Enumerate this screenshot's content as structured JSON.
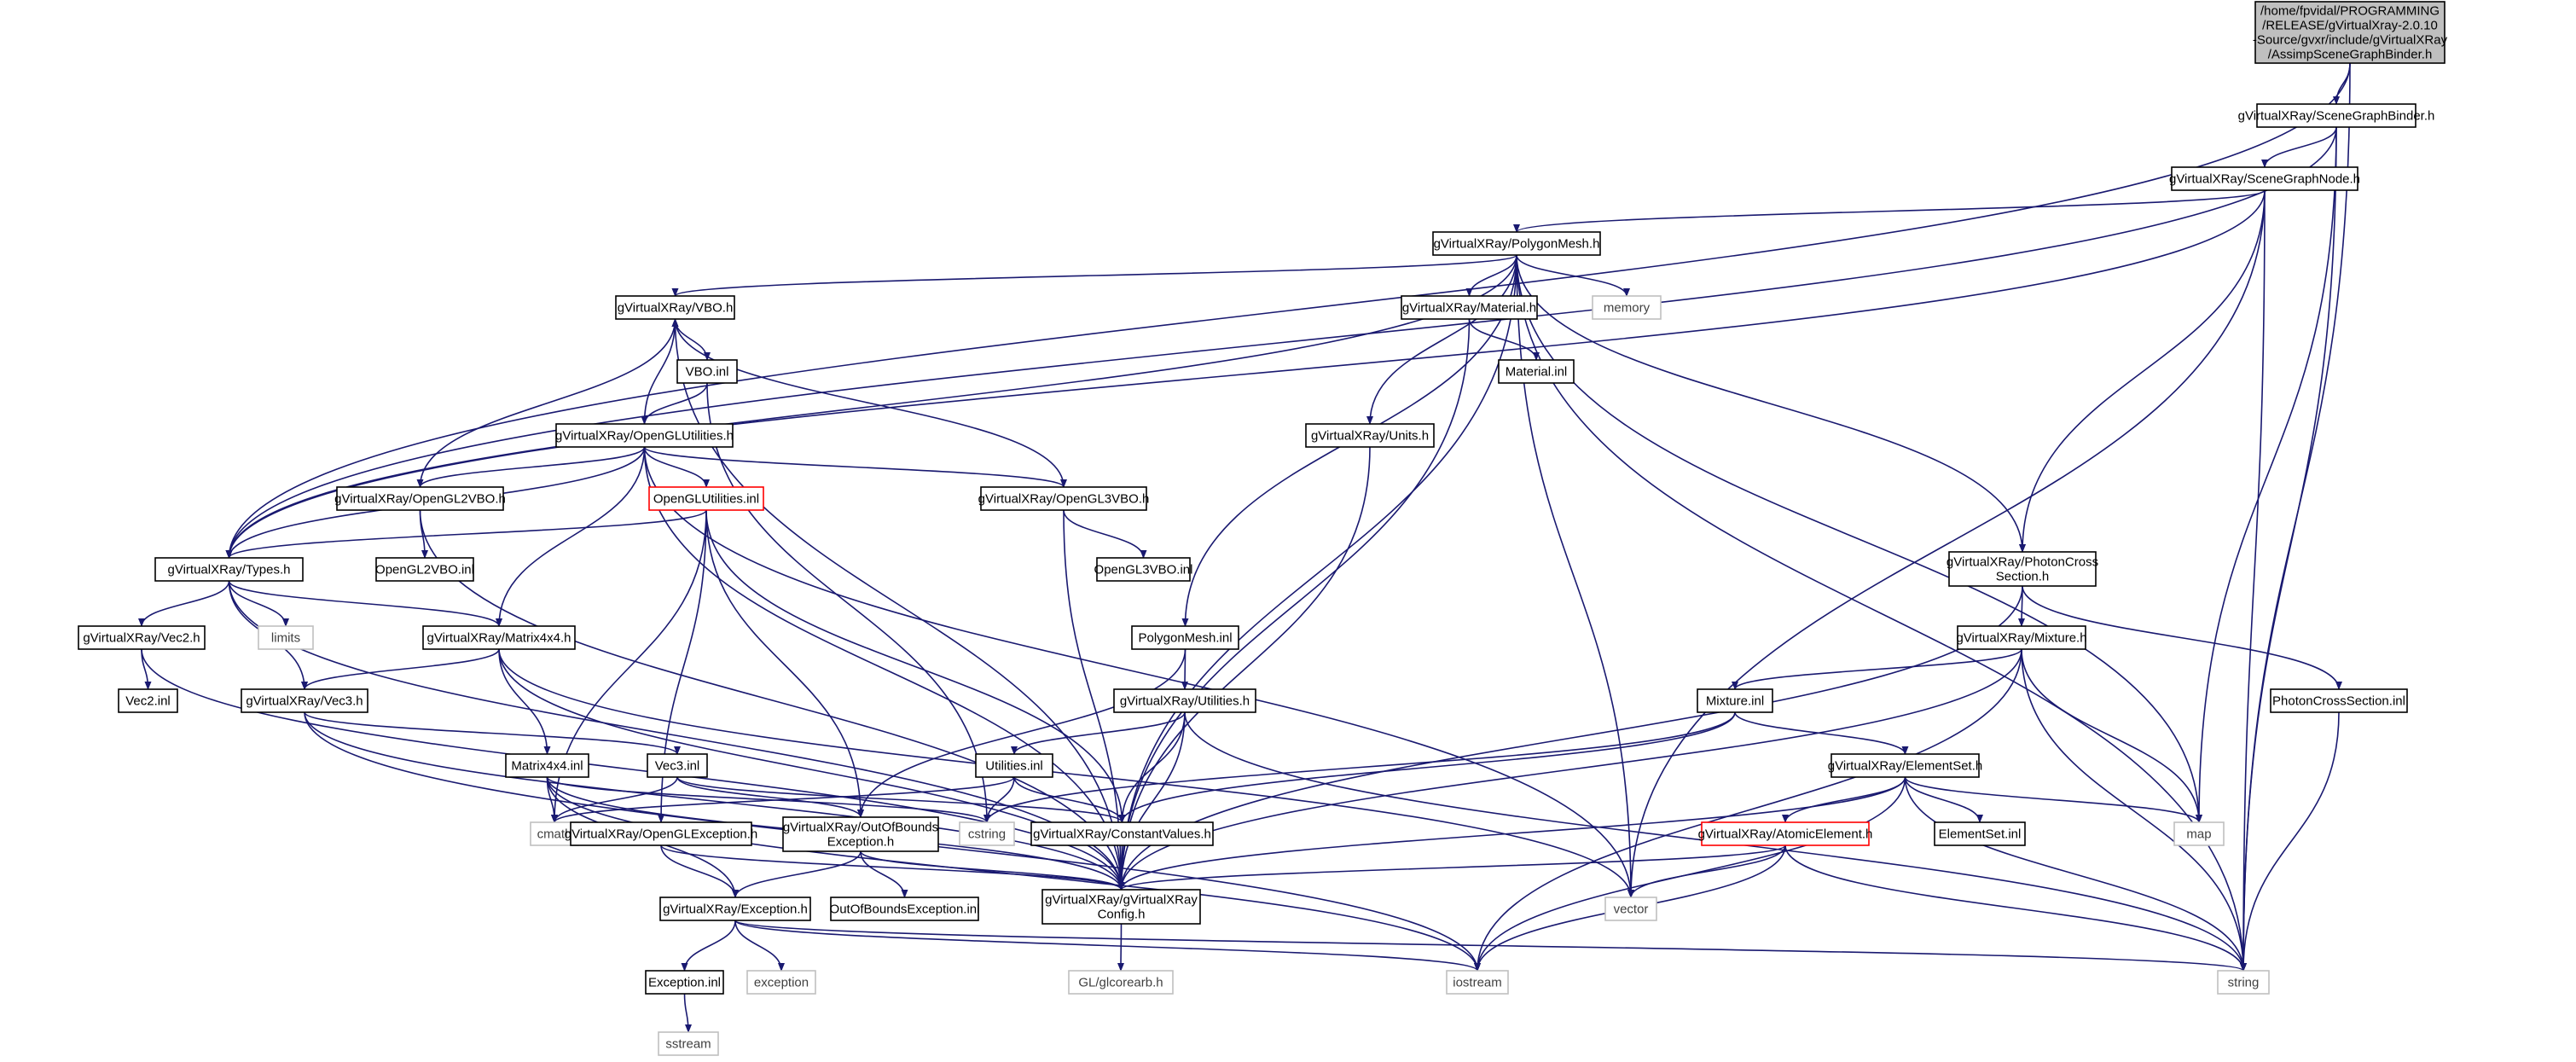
{
  "graph": {
    "colors": {
      "edge": "#191970",
      "node_border": "#000000",
      "focus_fill": "#bfbfbf",
      "node_fill": "#ffffff",
      "external_border": "#bfbfbf",
      "external_text": "#404040",
      "truncated_border": "#ff0000"
    },
    "nodes": [
      {
        "id": "n_root",
        "label": [
          "/home/fpvidal/PROGRAMMING",
          "/RELEASE/gVirtualXray-2.0.10",
          "-Source/gvxr/include/gVirtualXRay",
          "/AssimpSceneGraphBinder.h"
        ],
        "kind": "focus"
      },
      {
        "id": "n_sgbinder",
        "label": [
          "gVirtualXRay/SceneGraphBinder.h"
        ],
        "kind": "normal"
      },
      {
        "id": "n_sgnode",
        "label": [
          "gVirtualXRay/SceneGraphNode.h"
        ],
        "kind": "normal"
      },
      {
        "id": "n_polymesh",
        "label": [
          "gVirtualXRay/PolygonMesh.h"
        ],
        "kind": "normal"
      },
      {
        "id": "n_vbo",
        "label": [
          "gVirtualXRay/VBO.h"
        ],
        "kind": "normal"
      },
      {
        "id": "n_material",
        "label": [
          "gVirtualXRay/Material.h"
        ],
        "kind": "normal"
      },
      {
        "id": "n_memory",
        "label": [
          "memory"
        ],
        "kind": "external"
      },
      {
        "id": "n_vboinl",
        "label": [
          "VBO.inl"
        ],
        "kind": "normal"
      },
      {
        "id": "n_materialinl",
        "label": [
          "Material.inl"
        ],
        "kind": "normal"
      },
      {
        "id": "n_oglutil",
        "label": [
          "gVirtualXRay/OpenGLUtilities.h"
        ],
        "kind": "normal"
      },
      {
        "id": "n_units",
        "label": [
          "gVirtualXRay/Units.h"
        ],
        "kind": "normal"
      },
      {
        "id": "n_ogl2vbo",
        "label": [
          "gVirtualXRay/OpenGL2VBO.h"
        ],
        "kind": "normal"
      },
      {
        "id": "n_oglutilinl",
        "label": [
          "OpenGLUtilities.inl"
        ],
        "kind": "truncated"
      },
      {
        "id": "n_ogl3vbo",
        "label": [
          "gVirtualXRay/OpenGL3VBO.h"
        ],
        "kind": "normal"
      },
      {
        "id": "n_ogl2vboinl",
        "label": [
          "OpenGL2VBO.inl"
        ],
        "kind": "normal"
      },
      {
        "id": "n_ogl3vboinl",
        "label": [
          "OpenGL3VBO.inl"
        ],
        "kind": "normal"
      },
      {
        "id": "n_types",
        "label": [
          "gVirtualXRay/Types.h"
        ],
        "kind": "normal"
      },
      {
        "id": "n_photon",
        "label": [
          "gVirtualXRay/PhotonCross",
          "Section.h"
        ],
        "kind": "normal"
      },
      {
        "id": "n_limits",
        "label": [
          "limits"
        ],
        "kind": "external"
      },
      {
        "id": "n_vec2",
        "label": [
          "gVirtualXRay/Vec2.h"
        ],
        "kind": "normal"
      },
      {
        "id": "n_matrix",
        "label": [
          "gVirtualXRay/Matrix4x4.h"
        ],
        "kind": "normal"
      },
      {
        "id": "n_polymeshinl",
        "label": [
          "PolygonMesh.inl"
        ],
        "kind": "normal"
      },
      {
        "id": "n_mixture",
        "label": [
          "gVirtualXRay/Mixture.h"
        ],
        "kind": "normal"
      },
      {
        "id": "n_vec2inl",
        "label": [
          "Vec2.inl"
        ],
        "kind": "normal"
      },
      {
        "id": "n_vec3",
        "label": [
          "gVirtualXRay/Vec3.h"
        ],
        "kind": "normal"
      },
      {
        "id": "n_utilities",
        "label": [
          "gVirtualXRay/Utilities.h"
        ],
        "kind": "normal"
      },
      {
        "id": "n_mixtureinl",
        "label": [
          "Mixture.inl"
        ],
        "kind": "normal"
      },
      {
        "id": "n_photoninl",
        "label": [
          "PhotonCrossSection.inl"
        ],
        "kind": "normal"
      },
      {
        "id": "n_matrixinl",
        "label": [
          "Matrix4x4.inl"
        ],
        "kind": "normal"
      },
      {
        "id": "n_vec3inl",
        "label": [
          "Vec3.inl"
        ],
        "kind": "normal"
      },
      {
        "id": "n_utilinl",
        "label": [
          "Utilities.inl"
        ],
        "kind": "normal"
      },
      {
        "id": "n_elemset",
        "label": [
          "gVirtualXRay/ElementSet.h"
        ],
        "kind": "normal"
      },
      {
        "id": "n_cmath",
        "label": [
          "cmath"
        ],
        "kind": "external"
      },
      {
        "id": "n_oglexc",
        "label": [
          "gVirtualXRay/OpenGLException.h"
        ],
        "kind": "normal"
      },
      {
        "id": "n_oobexc",
        "label": [
          "gVirtualXRay/OutOfBounds",
          "Exception.h"
        ],
        "kind": "normal"
      },
      {
        "id": "n_cstring",
        "label": [
          "cstring"
        ],
        "kind": "external"
      },
      {
        "id": "n_constvals",
        "label": [
          "gVirtualXRay/ConstantValues.h"
        ],
        "kind": "normal"
      },
      {
        "id": "n_atomic",
        "label": [
          "gVirtualXRay/AtomicElement.h"
        ],
        "kind": "truncated"
      },
      {
        "id": "n_elemsetinl",
        "label": [
          "ElementSet.inl"
        ],
        "kind": "normal"
      },
      {
        "id": "n_map",
        "label": [
          "map"
        ],
        "kind": "external"
      },
      {
        "id": "n_exception",
        "label": [
          "gVirtualXRay/Exception.h"
        ],
        "kind": "normal"
      },
      {
        "id": "n_oobinl",
        "label": [
          "OutOfBoundsException.inl"
        ],
        "kind": "normal"
      },
      {
        "id": "n_config",
        "label": [
          "gVirtualXRay/gVirtualXRay",
          "Config.h"
        ],
        "kind": "normal"
      },
      {
        "id": "n_vector",
        "label": [
          "vector"
        ],
        "kind": "external"
      },
      {
        "id": "n_excinl",
        "label": [
          "Exception.inl"
        ],
        "kind": "normal"
      },
      {
        "id": "n_excstd",
        "label": [
          "exception"
        ],
        "kind": "external"
      },
      {
        "id": "n_iostream",
        "label": [
          "iostream"
        ],
        "kind": "external"
      },
      {
        "id": "n_string",
        "label": [
          "string"
        ],
        "kind": "external"
      },
      {
        "id": "n_glcorearb",
        "label": [
          "GL/glcorearb.h"
        ],
        "kind": "external"
      },
      {
        "id": "n_sstream",
        "label": [
          "sstream"
        ],
        "kind": "external"
      }
    ]
  }
}
